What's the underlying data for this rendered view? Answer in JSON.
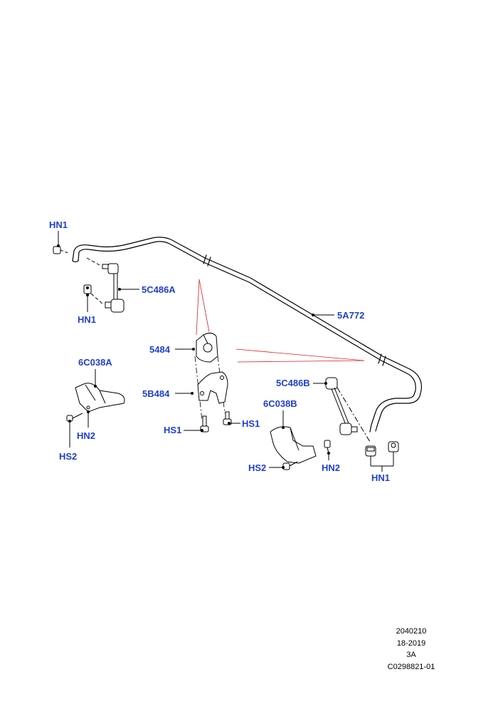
{
  "diagram": {
    "labels": {
      "hn1_top": "HN1",
      "link_left": "5C486A",
      "hn1_left": "HN1",
      "bar": "5A772",
      "bushing": "5484",
      "bracket_left": "6C038A",
      "clamp": "5B484",
      "link_right": "5C486B",
      "bracket_right": "6C038B",
      "hs1_left": "HS1",
      "hs1_right": "HS1",
      "hn2_left": "HN2",
      "hs2_left": "HS2",
      "hs2_right": "HS2",
      "hn2_right": "HN2",
      "hn1_right": "HN1"
    },
    "colors": {
      "callout": "#1f3fd0",
      "leader_red": "#e02020",
      "line": "#000000"
    }
  },
  "footer": {
    "line1": "2040210",
    "line2": "18-2019",
    "line3": "3A",
    "line4": "C0298821-01"
  }
}
